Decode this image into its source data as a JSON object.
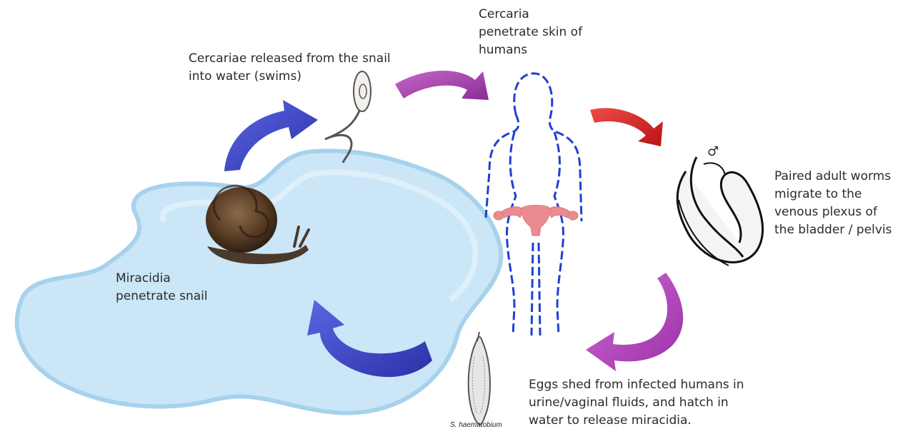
{
  "labels": {
    "cercariae_released": "Cercariae released from the snail\ninto water (swims)",
    "cercaria_penetrate": "Cercaria\npenetrate skin of\nhumans",
    "paired_worms": "Paired adult worms\nmigrate to the\nvenous plexus of\nthe bladder / pelvis",
    "eggs_shed": "Eggs shed from infected humans in\nurine/vaginal fluids, and hatch in\nwater to release miracidia.",
    "miracidia": "Miracidia\npenetrate snail",
    "egg_caption": "S. haematobium",
    "male_symbol": "♂"
  },
  "colors": {
    "arrow_blue": "#3f49c9",
    "arrow_purple": "#a13aa6",
    "arrow_red": "#d62424",
    "arrow_magenta": "#b43fc0",
    "water": "#cfe8f7",
    "water_edge": "#9fcde8",
    "body_outline": "#1f3fd6",
    "uterus": "#ec8b8f"
  }
}
